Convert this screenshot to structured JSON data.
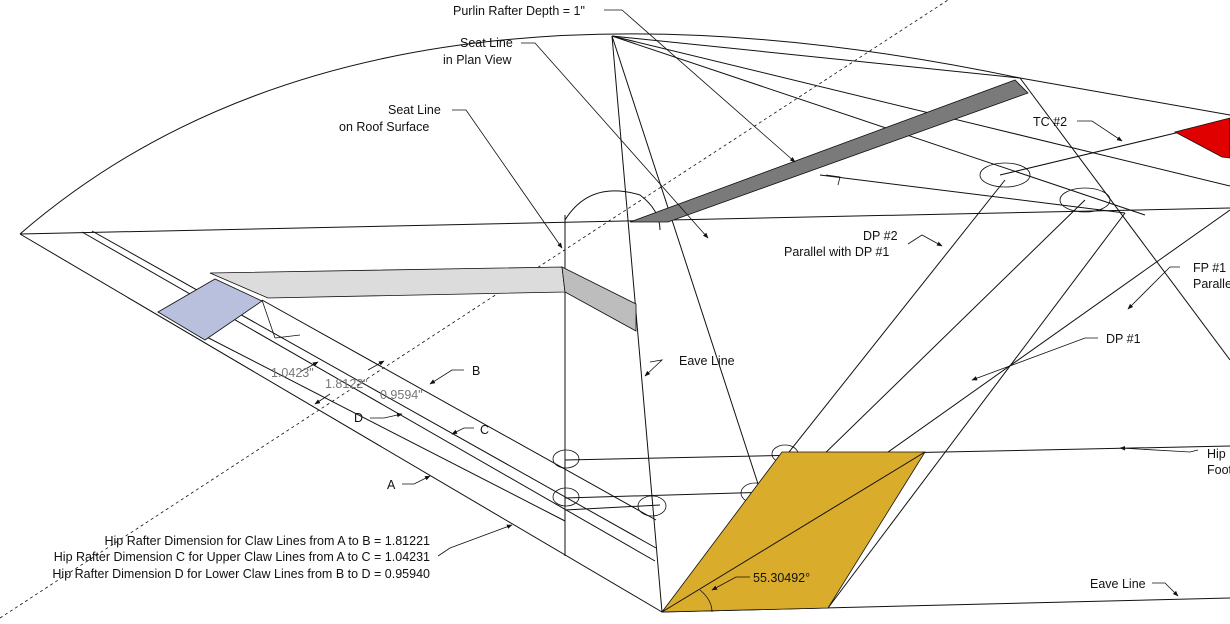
{
  "labels": {
    "purlin_depth": "Purlin Rafter Depth = 1\"",
    "seat_plan_1": "Seat Line",
    "seat_plan_2": "in Plan View",
    "seat_roof_1": "Seat Line",
    "seat_roof_2": "on Roof Surface",
    "tc2": "TC #2",
    "dp2_1": "DP #2",
    "dp2_2": "Parallel with DP #1",
    "fp1_1": "FP #1",
    "fp1_2": "Parallel",
    "dp1": "DP #1",
    "eave_line_1": "Eave Line",
    "eave_line_2": "Eave Line",
    "hip_1": "Hip",
    "hip_2": "Foot",
    "b": "B",
    "c": "C",
    "d": "D",
    "a": "A",
    "angle": "55.30492°"
  },
  "dimensions": {
    "d1": "1.0423\"",
    "d2": "1.8122\"",
    "d3": "0.9594\""
  },
  "notes": [
    "Hip Rafter Dimension for Claw Lines from A to B = 1.81221",
    "Hip Rafter Dimension C for Upper Claw Lines from A to C = 1.04231",
    "Hip Rafter Dimension D for Lower Claw Lines from B to D = 0.95940"
  ],
  "colors": {
    "gold": "#d9ad2b",
    "red": "#e00000",
    "blue": "#b9c0dd",
    "dark_gray": "#7a7a7a",
    "light_gray": "#dcdcdc",
    "mid_gray": "#bdbdbd"
  }
}
